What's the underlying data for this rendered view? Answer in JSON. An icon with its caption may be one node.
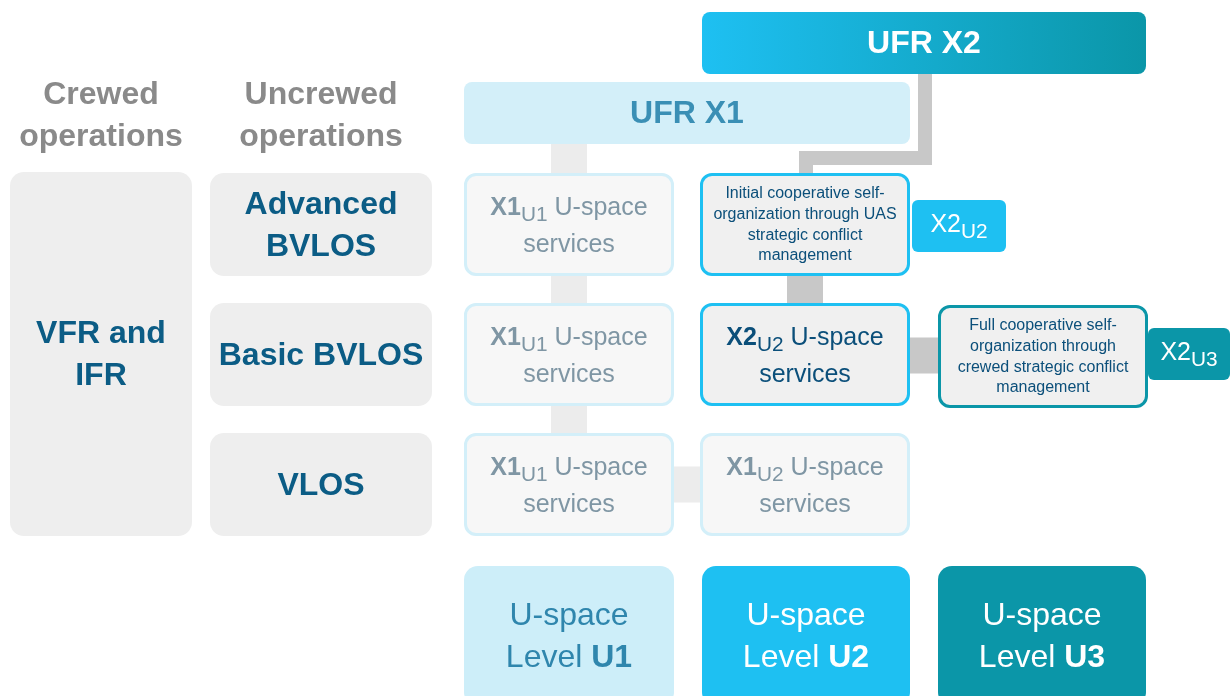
{
  "diagram": {
    "nodes": [
      {
        "text": [
          "UFR X2"
        ]
      },
      {
        "text": [
          "UFR X1"
        ]
      },
      {
        "text": [
          "VFR and IFR"
        ]
      },
      {
        "text": [
          "Advanced BVLOS"
        ]
      },
      {
        "text": [
          "Basic BVLOS"
        ]
      },
      {
        "text": [
          "VLOS"
        ]
      },
      {
        "text": [
          "**X1**$_{U1}$ U-space services"
        ]
      },
      {
        "text": [
          "Initial cooperative self-organization through UAS strategic conflict management"
        ]
      },
      {
        "text": [
          "X2$_{U2}$"
        ]
      },
      {
        "text": [
          "**X1**$_{U1}$ U-space services"
        ]
      },
      {
        "text": [
          "**X2**$_{U2}$ U-space services"
        ]
      },
      {
        "text": [
          "Full cooperative self-organization through crewed strategic conflict management"
        ]
      },
      {
        "text": [
          "X2$_{U3}$"
        ]
      },
      {
        "text": [
          "**X1**$_{U1}$ U-space services"
        ]
      },
      {
        "text": [
          "**X1**$_{U2}$ U-space services"
        ]
      },
      {
        "text": [
          "U-space Level **U1**"
        ]
      },
      {
        "text": [
          "U-space Level **U2**"
        ]
      },
      {
        "text": [
          "U-space Level **U3**"
        ]
      }
    ],
    "edges": [
      {
        "from": 1,
        "to": 6,
        "arrow": "none"
      },
      {
        "from": 6,
        "to": 9,
        "arrow": "none"
      },
      {
        "from": 9,
        "to": 13,
        "arrow": "none"
      },
      {
        "from": 13,
        "to": 14,
        "arrow": "none"
      },
      {
        "from": 0,
        "to": 7,
        "arrow": "none",
        "color": "#c8c8c8"
      },
      {
        "from": 7,
        "to": 10,
        "arrow": "none",
        "color": "#c8c8c8"
      },
      {
        "from": 10,
        "to": 11,
        "arrow": "none",
        "color": "#c8c8c8"
      }
    ],
    "labels": [
      "Crewed operations",
      "Uncrewed operations"
    ]
  }
}
